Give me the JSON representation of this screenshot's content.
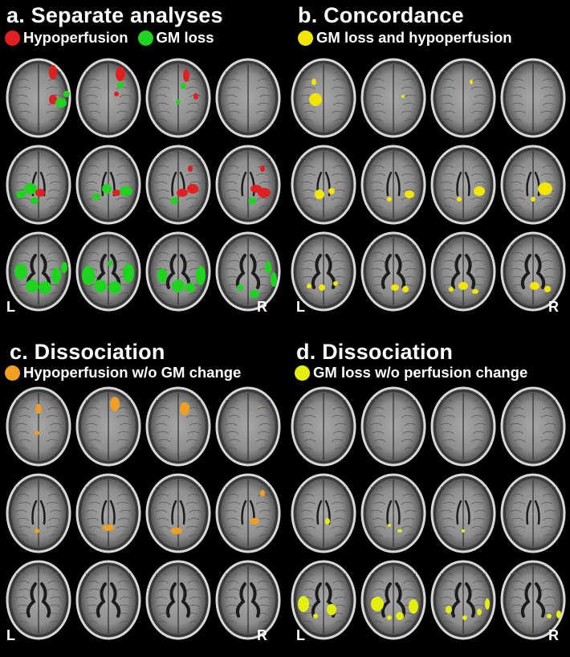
{
  "panels": [
    {
      "id": "a",
      "title": "a. Separate analyses",
      "legend": [
        {
          "label": "Hypoperfusion",
          "color": "#e02020"
        },
        {
          "label": "GM loss",
          "color": "#1fd41f"
        }
      ]
    },
    {
      "id": "b",
      "title": "b. Concordance",
      "legend": [
        {
          "label": "GM loss and hypoperfusion",
          "color": "#f2e600"
        }
      ]
    },
    {
      "id": "c",
      "title": "c. Dissociation",
      "legend": [
        {
          "label": "Hypoperfusion w/o GM change",
          "color": "#f0a020"
        }
      ]
    },
    {
      "id": "d",
      "title": "d. Dissociation",
      "legend": [
        {
          "label": "GM loss w/o perfusion change",
          "color": "#e4ef10"
        }
      ]
    }
  ],
  "side_labels": {
    "left": "L",
    "right": "R"
  }
}
